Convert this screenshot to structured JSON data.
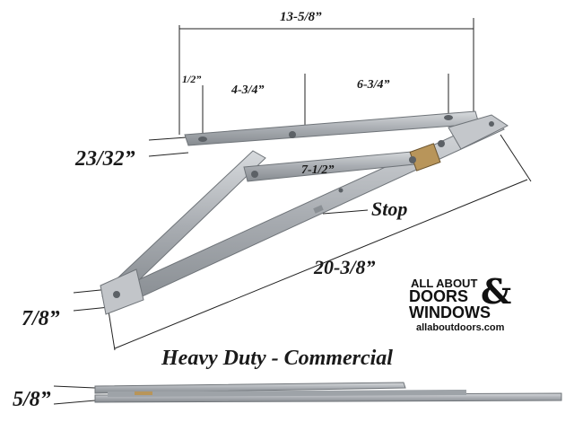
{
  "dimensions": {
    "overall_top": "13-5/8”",
    "half_inch": "1/2”",
    "four_three_quarter": "4-3/4”",
    "six_three_quarter": "6-3/4”",
    "arm_width": "23/32”",
    "short_arm": "7-1/2”",
    "stop_label": "Stop",
    "main_arm": "20-3/8”",
    "base_width": "7/8”",
    "profile_height": "5/8”"
  },
  "caption": "Heavy Duty - Commercial",
  "logo": {
    "line1": "ALL ABOUT",
    "ampersand": "&",
    "line2": "DOORS",
    "line3": "WINDOWS",
    "url": "allaboutdoors.com"
  },
  "colors": {
    "metal": "#b9bcc0",
    "metal_dark": "#7d8287",
    "text": "#1a1a1a"
  }
}
